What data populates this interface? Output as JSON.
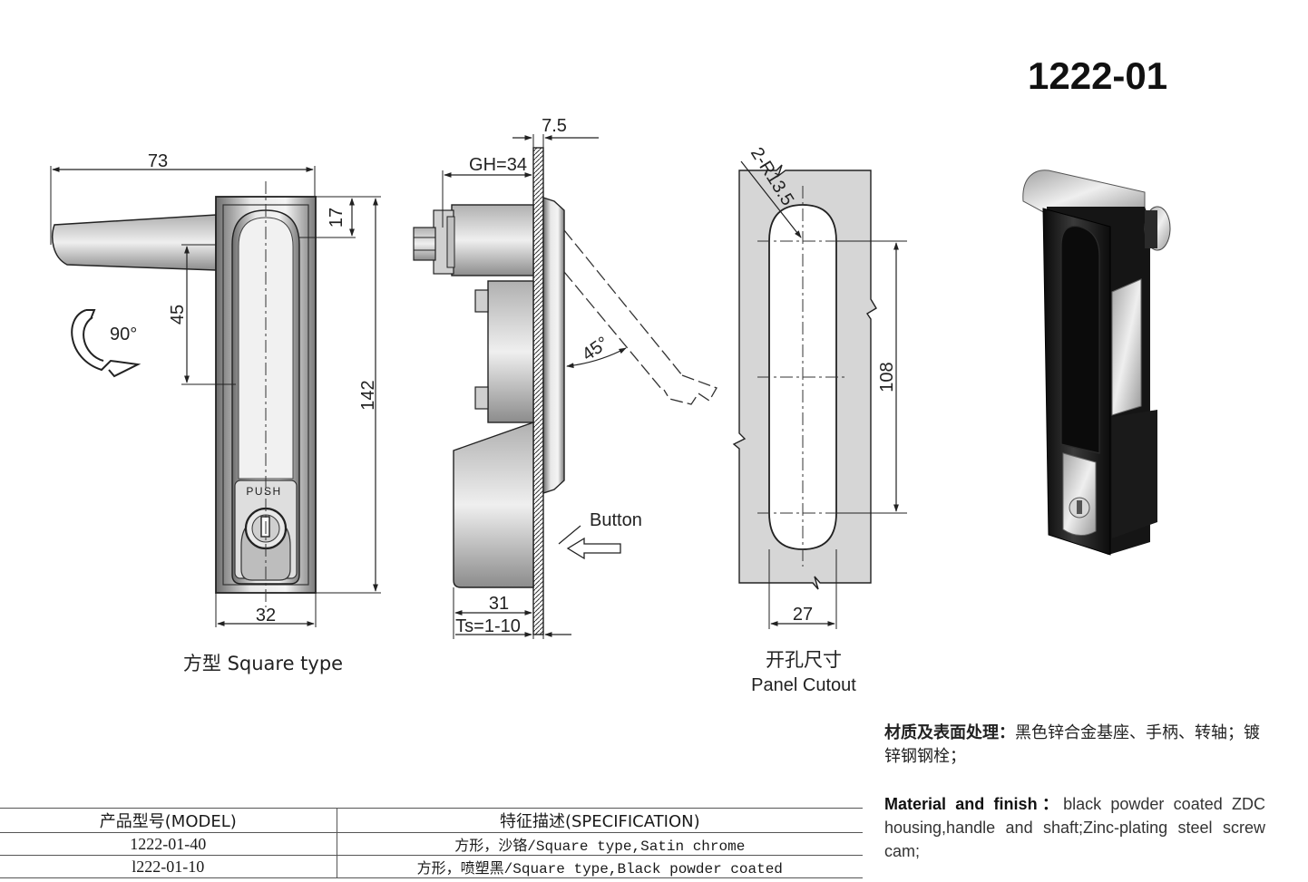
{
  "title": "1222-01",
  "dimensions": {
    "front_width_total": "73",
    "front_top": "17",
    "front_handle_offset": "45",
    "rotation": "90°",
    "front_height": "142",
    "front_width": "32",
    "side_thickness": "7.5",
    "side_gh": "GH=34",
    "side_angle": "45°",
    "side_depth": "31",
    "side_ts": "Ts=1-10",
    "cutout_radius": "2-R13.5",
    "cutout_height": "108",
    "cutout_width": "27"
  },
  "labels": {
    "push": "PUSH",
    "button": "Button",
    "square_type": "方型 Square type",
    "cutout_cn": "开孔尺寸",
    "cutout_en": "Panel Cutout"
  },
  "material": {
    "cn_label": "材质及表面处理：",
    "cn_text": "黑色锌合金基座、手柄、转轴；镀锌钢钢栓；",
    "en_label": "Material and finish：",
    "en_text": "black powder coated ZDC housing,handle and shaft;Zinc-plating steel screw cam;"
  },
  "table": {
    "headers": [
      "产品型号(MODEL)",
      "特征描述(SPECIFICATION)"
    ],
    "rows": [
      [
        "1222-01-40",
        "方形，沙铬/Square type,Satin chrome"
      ],
      [
        "l222-01-10",
        "方形，喷塑黑/Square type,Black powder coated"
      ]
    ]
  },
  "colors": {
    "line": "#222222",
    "housing_black": "#161616"
  }
}
